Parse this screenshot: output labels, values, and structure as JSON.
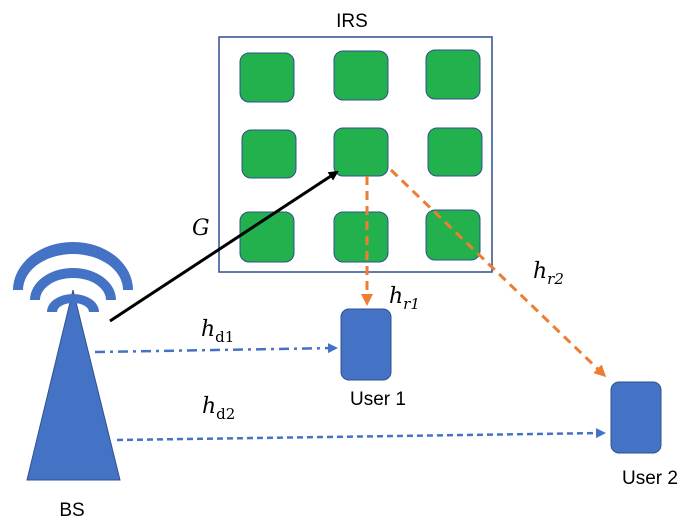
{
  "labels": {
    "irs": "IRS",
    "bs": "BS",
    "user1": "User 1",
    "user2": "User 2"
  },
  "channels": {
    "g": "G",
    "hd1": {
      "base": "h",
      "sub": "d1"
    },
    "hd2": {
      "base": "h",
      "sub": "d2"
    },
    "hr1": {
      "base": "h",
      "sub": "r1"
    },
    "hr2": {
      "base": "h",
      "sub": "r2"
    }
  },
  "colors": {
    "irs_border": "#2f4f8f",
    "irs_element": "#22b14c",
    "irs_element_stroke": "#2f4f8f",
    "user_device": "#4472c4",
    "device_stroke": "#2f528f",
    "bs": "#4472c4",
    "link_direct": "#4472c4",
    "link_reflect": "#ed7d31",
    "link_bs_irs": "#000000"
  }
}
